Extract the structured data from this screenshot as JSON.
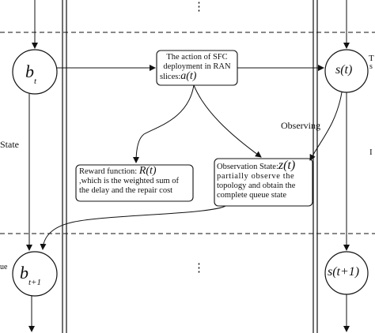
{
  "nodes": {
    "b_t": {
      "base": "b",
      "sub": "t"
    },
    "b_t1": {
      "base": "b",
      "sub": "t+1"
    },
    "s_t": {
      "text": "s(t)"
    },
    "s_t1": {
      "text": "s(t+1)"
    }
  },
  "action_box": {
    "line1": "The action of SFC",
    "line2": "deployment in RAN",
    "line3": "slices:",
    "math": "a(t)"
  },
  "reward_box": {
    "label": "Reward function:",
    "math": "R(t)",
    "line2": ",which is the weighted sum of",
    "line3": "the delay and the repair cost"
  },
  "observation_box": {
    "label": "Observation State:",
    "math": "z(t)",
    "line2": "partially observe the",
    "line3": "topology and obtain the",
    "line4": "complete queue state"
  },
  "edge_labels": {
    "observing": "Observing"
  },
  "clipped_text": {
    "left_state": "State",
    "left_ue": "ue",
    "right_t": "T",
    "right_s": "s",
    "right_i": "I"
  },
  "ellipsis": {
    "top": "⋮",
    "bottom": "⋮"
  }
}
